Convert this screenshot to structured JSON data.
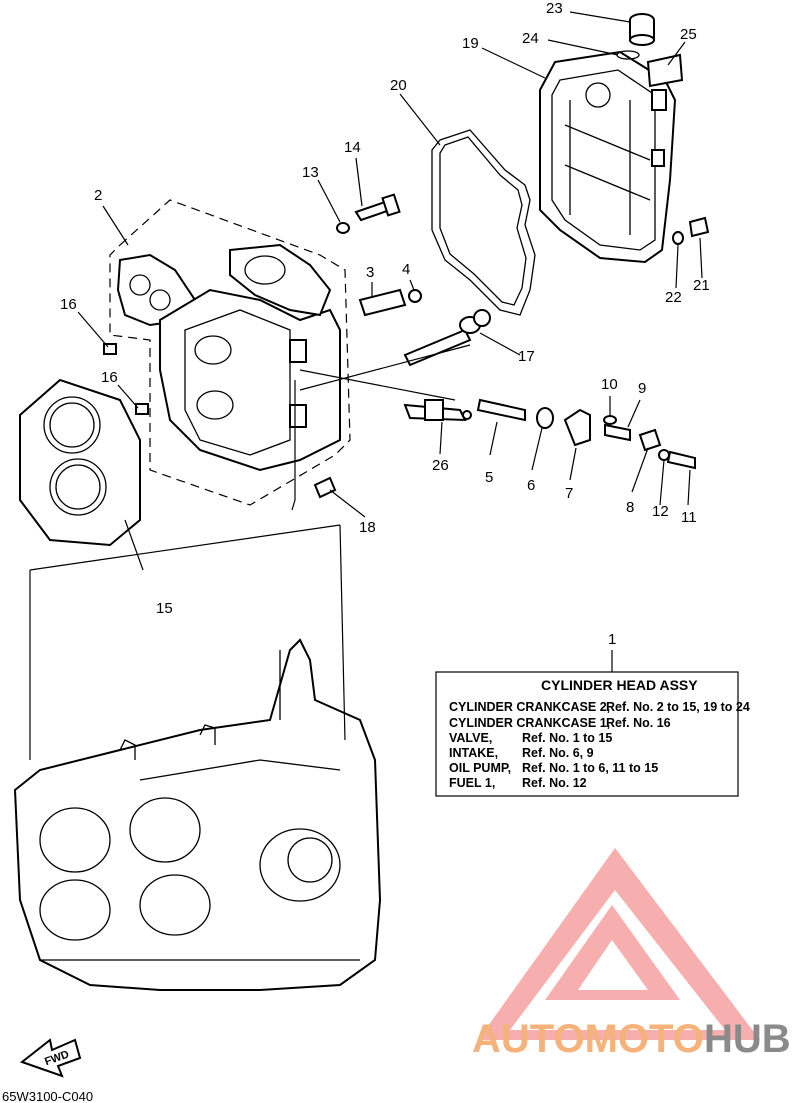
{
  "diagram": {
    "callouts": [
      "1",
      "2",
      "3",
      "4",
      "5",
      "6",
      "7",
      "8",
      "9",
      "10",
      "11",
      "12",
      "13",
      "14",
      "15",
      "16",
      "16",
      "17",
      "18",
      "19",
      "20",
      "21",
      "22",
      "23",
      "24",
      "25",
      "26"
    ],
    "legend": {
      "title": "CYLINDER HEAD ASSY",
      "rows": [
        {
          "name": "CYLINDER CRANKCASE 2,",
          "ref": "Ref. No. 2 to 15, 19 to 24"
        },
        {
          "name": "CYLINDER CRANKCASE 1,",
          "ref": "Ref. No. 16"
        },
        {
          "name": "VALVE,",
          "ref": "Ref. No. 1 to 15"
        },
        {
          "name": "INTAKE,",
          "ref": "Ref. No. 6, 9"
        },
        {
          "name": "OIL PUMP,",
          "ref": "Ref. No. 1 to 6, 11 to 15"
        },
        {
          "name": "FUEL 1,",
          "ref": "Ref. No. 12"
        }
      ]
    },
    "fwd_label": "FWD",
    "diagram_code": "65W3100-C040"
  },
  "watermark": {
    "text_accent": "AUTOMOTO",
    "text_dark": "HUB",
    "accent_color": "#f5b27a",
    "triangle_color": "#f08080",
    "dark_color": "#8a8a8a"
  }
}
